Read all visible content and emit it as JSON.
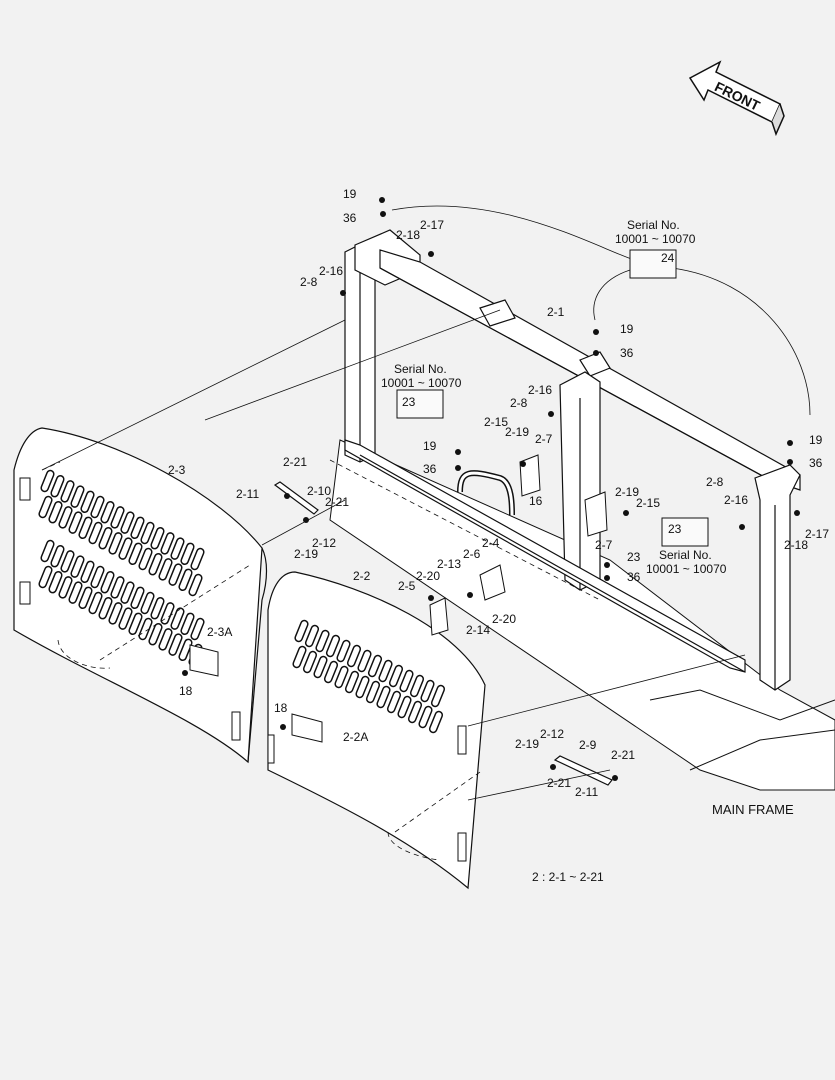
{
  "front_arrow": {
    "text": "FRONT"
  },
  "main_frame_label": "MAIN FRAME",
  "group_note": "2 : 2-1 ~ 2-21",
  "serial_notes": [
    {
      "title": "Serial No.",
      "range": "10001 ~ 10070",
      "part": "24"
    },
    {
      "title": "Serial No.",
      "range": "10001 ~ 10070",
      "part": "23"
    },
    {
      "title": "Serial No.",
      "range": "10001 ~ 10070",
      "part": "23"
    }
  ],
  "callouts": {
    "c19a": "19",
    "c36a": "36",
    "c217a": "2-17",
    "c218a": "2-18",
    "c216a": "2-16",
    "c28a": "2-8",
    "c21": "2-1",
    "c19b": "19",
    "c36b": "36",
    "c216b": "2-16",
    "c28b": "2-8",
    "c215a": "2-15",
    "c219a": "2-19",
    "c27a": "2-7",
    "c19c": "19",
    "c36c": "36",
    "c16": "16",
    "c19d": "19",
    "c36d": "36",
    "c28c": "2-8",
    "c216c": "2-16",
    "c217b": "2-17",
    "c218b": "2-18",
    "c219b": "2-19",
    "c215b": "2-15",
    "c27b": "2-7",
    "c23": "23",
    "c36e": "36",
    "c23a": "2-3",
    "c221a": "2-21",
    "c211a": "2-11",
    "c210": "2-10",
    "c221b": "2-21",
    "c212a": "2-12",
    "c219c": "2-19",
    "c24": "2-4",
    "c26": "2-6",
    "c213": "2-13",
    "c220a": "2-20",
    "c25": "2-5",
    "c220b": "2-20",
    "c214": "2-14",
    "c22": "2-2",
    "c23A": "2-3A",
    "c18a": "18",
    "c18b": "18",
    "c22A": "2-2A",
    "c212b": "2-12",
    "c29": "2-9",
    "c219d": "2-19",
    "c221c": "2-21",
    "c221d": "2-21",
    "c211b": "2-11"
  }
}
